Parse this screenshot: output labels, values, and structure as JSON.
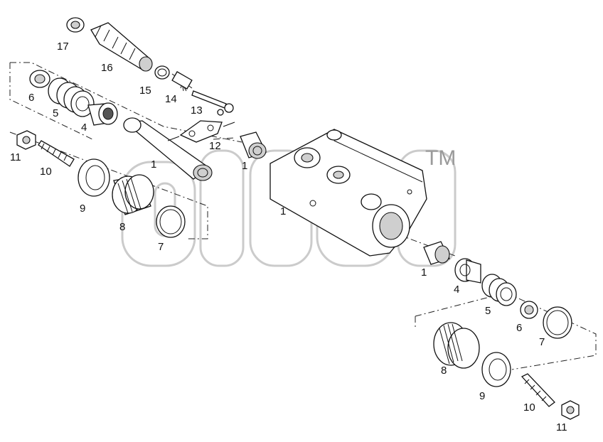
{
  "diagram": {
    "trademark": "TM",
    "watermark_brand": "ditch",
    "labels": {
      "l17": "17",
      "l16": "16",
      "l15": "15",
      "l14": "14",
      "l13": "13",
      "l12": "12",
      "l6a": "6",
      "l5a": "5",
      "l4a": "4",
      "l11a": "11",
      "l10a": "10",
      "l1a": "1",
      "l1b": "1",
      "l1c": "1",
      "l9a": "9",
      "l8a": "8",
      "l7a": "7",
      "l1d": "1",
      "l4b": "4",
      "l5b": "5",
      "l6b": "6",
      "l7b": "7",
      "l8b": "8",
      "l9b": "9",
      "l10b": "10",
      "l11b": "11"
    }
  }
}
